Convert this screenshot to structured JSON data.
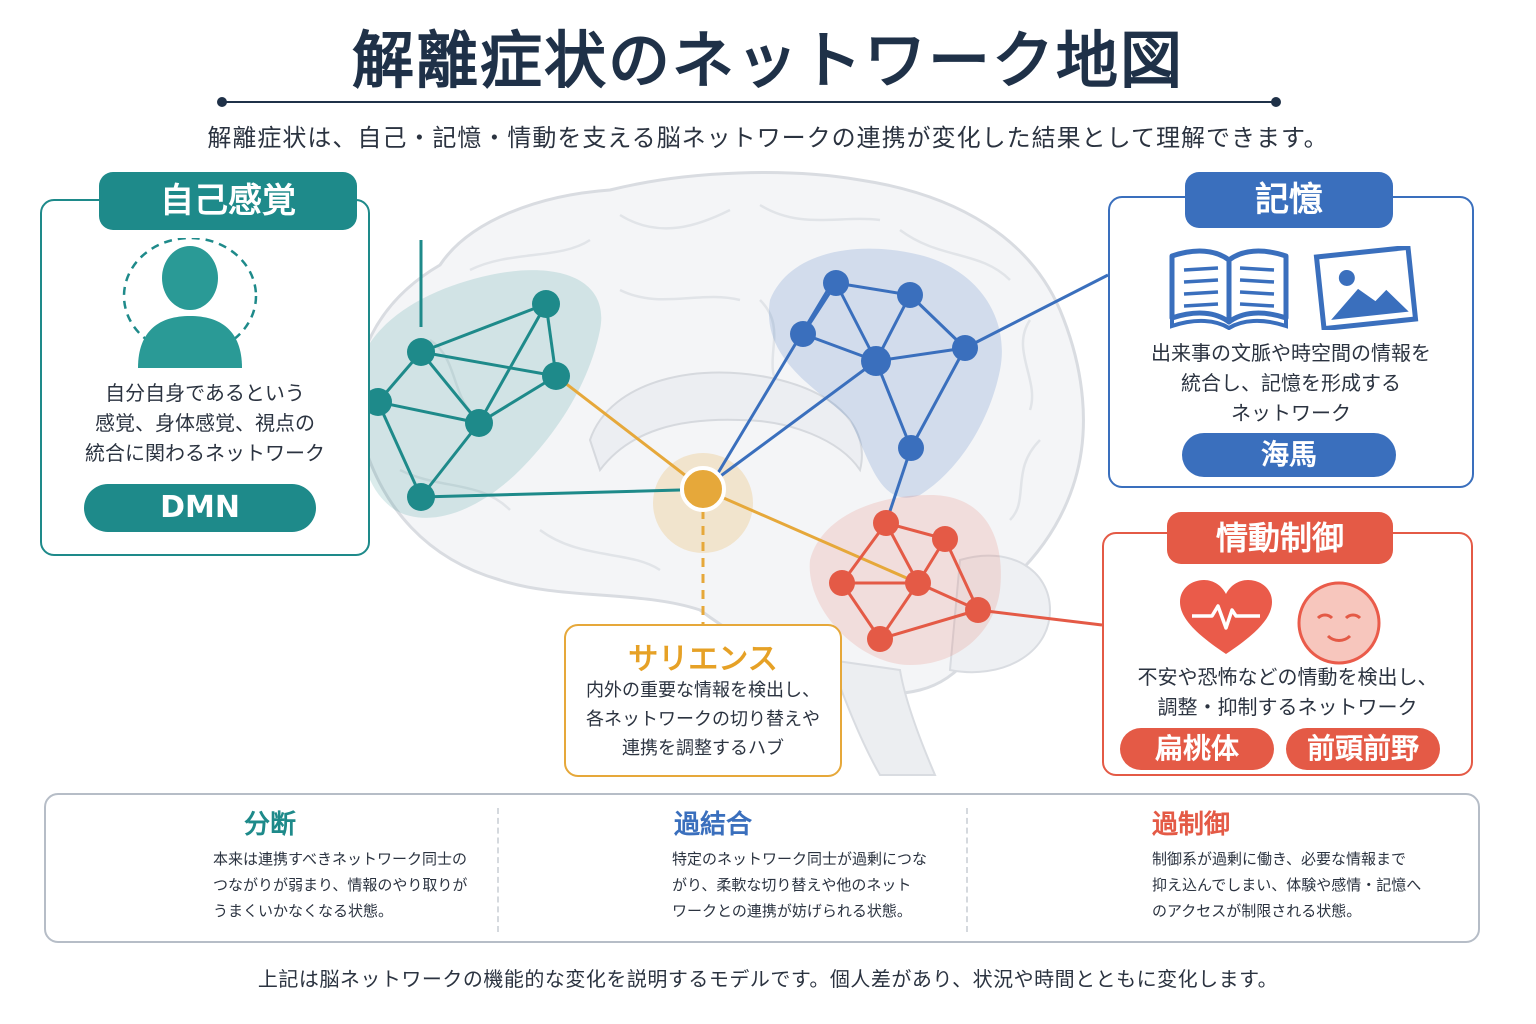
{
  "title": "解離症状のネットワーク地図",
  "subtitle": "解離症状は、自己・記憶・情動を支える脳ネットワークの連携が変化した結果として理解できます。",
  "panels": {
    "self": {
      "header": "自己感覚",
      "lines": [
        "自分自身であるという",
        "感覚、身体感覚、視点の",
        "統合に関わるネットワーク"
      ],
      "tag": "DMN",
      "icon": "person-icon"
    },
    "memory": {
      "header": "記憶",
      "lines": [
        "出来事の文脈や時空間の情報を",
        "統合し、記憶を形成する",
        "ネットワーク"
      ],
      "tag": "海馬",
      "icons": [
        "book-icon",
        "image-icon"
      ]
    },
    "emotion": {
      "header": "情動制御",
      "lines": [
        "不安や恐怖などの情動を検出し、",
        "調整・抑制するネットワーク"
      ],
      "tags": [
        "扁桃体",
        "前頭前野"
      ],
      "icons": [
        "heart-pulse-icon",
        "calm-face-icon"
      ]
    },
    "salience": {
      "header": "サリエンス",
      "lines": [
        "内外の重要な情報を検出し、",
        "各ネットワークの切り替えや",
        "連携を調整するハブ"
      ]
    }
  },
  "bottom": {
    "fragmentation": {
      "title": "分断",
      "lines": [
        "本来は連携すべきネットワーク同士の",
        "つながりが弱まり、情報のやり取りが",
        "うまくいかなくなる状態。"
      ]
    },
    "overconnection": {
      "title": "過結合",
      "lines": [
        "特定のネットワーク同士が過剰につな",
        "がり、柔軟な切り替えや他のネット",
        "ワークとの連携が妨げられる状態。"
      ]
    },
    "overcontrol": {
      "title": "過制御",
      "lines": [
        "制御系が過剰に働き、必要な情報まで",
        "抑え込んでしまい、体験や感情・記憶へ",
        "のアクセスが制限される状態。"
      ]
    }
  },
  "footnote": "上記は脳ネットワークの機能的な変化を説明するモデルです。個人差があり、状況や時間とともに変化します。",
  "colors": {
    "self": "#1e8a8a",
    "memory": "#3a6fbd",
    "emotion": "#e45a46",
    "salience": "#e6a83a",
    "title": "#1f3148"
  }
}
